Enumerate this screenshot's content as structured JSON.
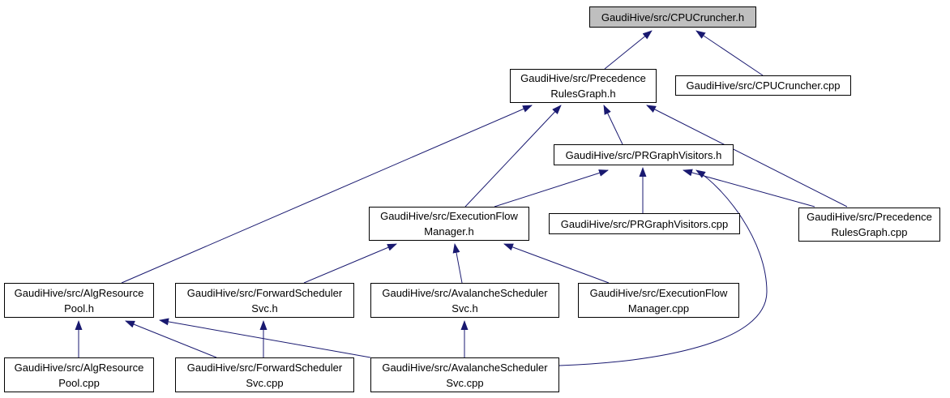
{
  "diagram": {
    "kind": "include-dependency-graph",
    "root_file": "GaudiHive/src/CPUCruncher.h",
    "colors": {
      "edge": "#191970",
      "node_border": "#000000",
      "node_fill": "#ffffff",
      "root_node_fill": "#bfbfbf",
      "background": "#ffffff",
      "text": "#000000"
    },
    "nodes": [
      {
        "id": "cpucruncher_h",
        "file": "GaudiHive/src/CPUCruncher.h",
        "line1": "GaudiHive/src/CPUCruncher.h",
        "line2": ""
      },
      {
        "id": "precedencerulesgraph_h",
        "file": "GaudiHive/src/PrecedenceRulesGraph.h",
        "line1": "GaudiHive/src/Precedence",
        "line2": "RulesGraph.h"
      },
      {
        "id": "cpucruncher_cpp",
        "file": "GaudiHive/src/CPUCruncher.cpp",
        "line1": "GaudiHive/src/CPUCruncher.cpp",
        "line2": ""
      },
      {
        "id": "prgraphvisitors_h",
        "file": "GaudiHive/src/PRGraphVisitors.h",
        "line1": "GaudiHive/src/PRGraphVisitors.h",
        "line2": ""
      },
      {
        "id": "executionflowmanager_h",
        "file": "GaudiHive/src/ExecutionFlowManager.h",
        "line1": "GaudiHive/src/ExecutionFlow",
        "line2": "Manager.h"
      },
      {
        "id": "prgraphvisitors_cpp",
        "file": "GaudiHive/src/PRGraphVisitors.cpp",
        "line1": "GaudiHive/src/PRGraphVisitors.cpp",
        "line2": ""
      },
      {
        "id": "precedencerulesgraph_cpp",
        "file": "GaudiHive/src/PrecedenceRulesGraph.cpp",
        "line1": "GaudiHive/src/Precedence",
        "line2": "RulesGraph.cpp"
      },
      {
        "id": "algresourcepool_h",
        "file": "GaudiHive/src/AlgResourcePool.h",
        "line1": "GaudiHive/src/AlgResource",
        "line2": "Pool.h"
      },
      {
        "id": "forwardschedulersvc_h",
        "file": "GaudiHive/src/ForwardSchedulerSvc.h",
        "line1": "GaudiHive/src/ForwardScheduler",
        "line2": "Svc.h"
      },
      {
        "id": "avalancheschedulersvc_h",
        "file": "GaudiHive/src/AvalancheSchedulerSvc.h",
        "line1": "GaudiHive/src/AvalancheScheduler",
        "line2": "Svc.h"
      },
      {
        "id": "executionflowmanager_cpp",
        "file": "GaudiHive/src/ExecutionFlowManager.cpp",
        "line1": "GaudiHive/src/ExecutionFlow",
        "line2": "Manager.cpp"
      },
      {
        "id": "algresourcepool_cpp",
        "file": "GaudiHive/src/AlgResourcePool.cpp",
        "line1": "GaudiHive/src/AlgResource",
        "line2": "Pool.cpp"
      },
      {
        "id": "forwardschedulersvc_cpp",
        "file": "GaudiHive/src/ForwardSchedulerSvc.cpp",
        "line1": "GaudiHive/src/ForwardScheduler",
        "line2": "Svc.cpp"
      },
      {
        "id": "avalancheschedulersvc_cpp",
        "file": "GaudiHive/src/AvalancheSchedulerSvc.cpp",
        "line1": "GaudiHive/src/AvalancheScheduler",
        "line2": "Svc.cpp"
      }
    ],
    "edges": [
      {
        "from": "precedencerulesgraph_h",
        "to": "cpucruncher_h"
      },
      {
        "from": "cpucruncher_cpp",
        "to": "cpucruncher_h"
      },
      {
        "from": "algresourcepool_h",
        "to": "precedencerulesgraph_h"
      },
      {
        "from": "executionflowmanager_h",
        "to": "precedencerulesgraph_h"
      },
      {
        "from": "prgraphvisitors_h",
        "to": "precedencerulesgraph_h"
      },
      {
        "from": "precedencerulesgraph_cpp",
        "to": "precedencerulesgraph_h"
      },
      {
        "from": "executionflowmanager_h",
        "to": "prgraphvisitors_h"
      },
      {
        "from": "prgraphvisitors_cpp",
        "to": "prgraphvisitors_h"
      },
      {
        "from": "precedencerulesgraph_cpp",
        "to": "prgraphvisitors_h"
      },
      {
        "from": "avalancheschedulersvc_cpp",
        "to": "prgraphvisitors_h",
        "curved": true
      },
      {
        "from": "forwardschedulersvc_h",
        "to": "executionflowmanager_h"
      },
      {
        "from": "avalancheschedulersvc_h",
        "to": "executionflowmanager_h"
      },
      {
        "from": "executionflowmanager_cpp",
        "to": "executionflowmanager_h"
      },
      {
        "from": "algresourcepool_cpp",
        "to": "algresourcepool_h"
      },
      {
        "from": "forwardschedulersvc_cpp",
        "to": "algresourcepool_h"
      },
      {
        "from": "avalancheschedulersvc_cpp",
        "to": "algresourcepool_h"
      },
      {
        "from": "forwardschedulersvc_cpp",
        "to": "forwardschedulersvc_h"
      },
      {
        "from": "avalancheschedulersvc_cpp",
        "to": "avalancheschedulersvc_h"
      }
    ]
  }
}
